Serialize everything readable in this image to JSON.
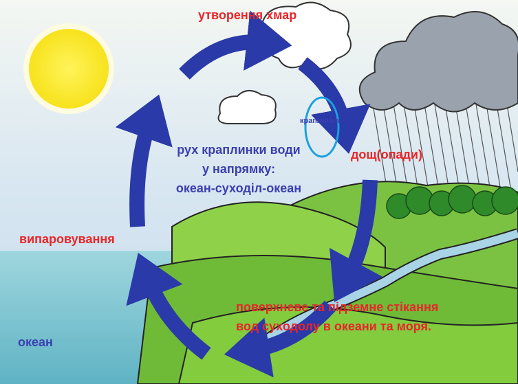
{
  "labels": {
    "cloud_formation": "утворення хмар",
    "rain": "дощ(опади)",
    "evaporation": "випаровування",
    "ocean": "океан",
    "runoff_line1": "поверхневе та підземне стікання",
    "runoff_line2": "вод суходолу в океани та моря.",
    "droplet": "краплинка"
  },
  "center_text": {
    "line1": "рух краплинки води",
    "line2": "у напрямку:",
    "line3": "океан-суходіл-океан"
  },
  "colors": {
    "arrow": "#2a3aa8",
    "label_red": "#e8262a",
    "label_blue": "#3b3fb0",
    "highlight_ellipse": "#1aa0e0"
  }
}
